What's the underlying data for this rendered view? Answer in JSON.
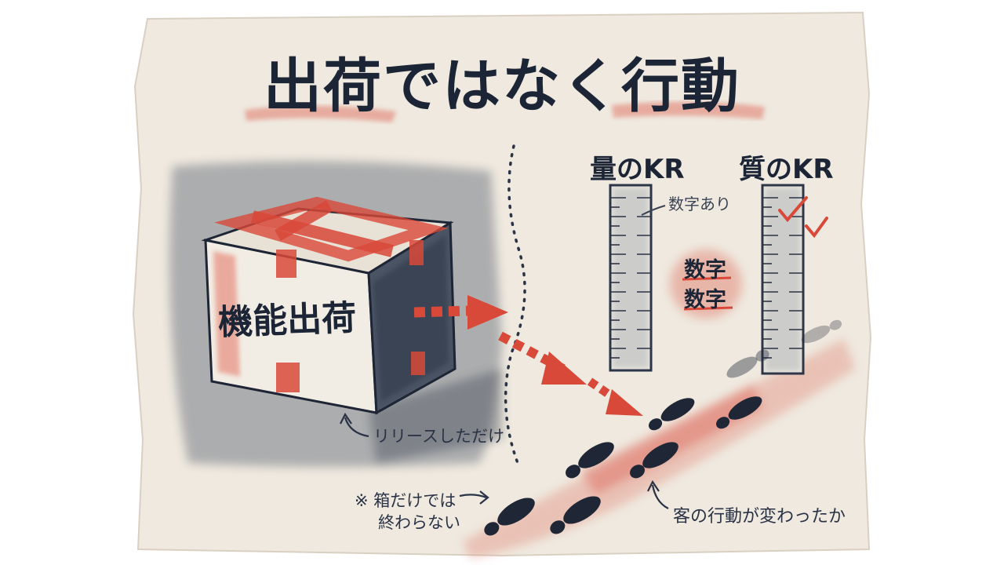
{
  "title": "出荷ではなく行動",
  "box": {
    "label": "機能出荷",
    "caption": "リリースしただけ"
  },
  "kr": {
    "quantity": {
      "title": "量のKR",
      "note": "数字あり"
    },
    "quality": {
      "title": "質のKR"
    },
    "stamp": [
      "数字",
      "数字"
    ]
  },
  "notes": {
    "box_line1": "※ 箱だけでは",
    "box_line2": "終わらない",
    "customer": "客の行動が変わったか"
  },
  "icons": [
    "package-box-icon",
    "ruler-icon",
    "checkmark-icon",
    "arrow-icon",
    "footprint-icon",
    "curved-arrow-icon"
  ],
  "colors": {
    "paper": "#efe9df",
    "ink": "#1c2536",
    "red": "#d9493a",
    "wash": "#5b6472"
  }
}
